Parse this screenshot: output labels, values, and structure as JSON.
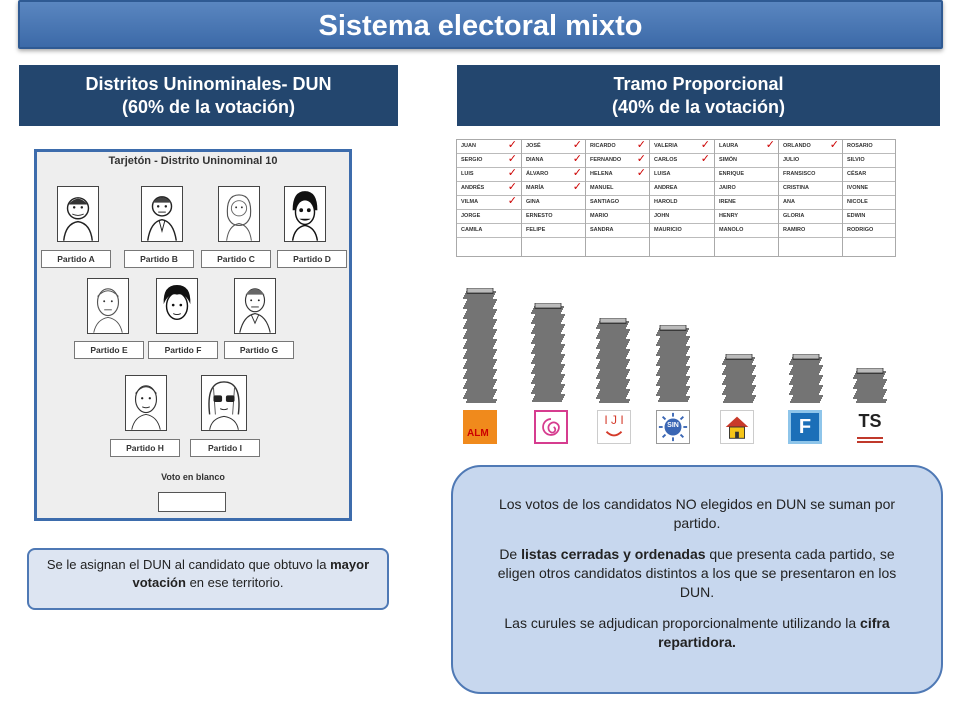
{
  "title": "Sistema electoral mixto",
  "left_header": {
    "line1": "Distritos Uninominales- DUN",
    "line2": "(60% de la votación)"
  },
  "right_header": {
    "line1": "Tramo Proporcional",
    "line2": "(40% de la votación)"
  },
  "ballot": {
    "title": "Tarjetón  - Distrito Uninominal 10",
    "parties": [
      "Partido A",
      "Partido B",
      "Partido C",
      "Partido D",
      "Partido E",
      "Partido F",
      "Partido G",
      "Partido H",
      "Partido I"
    ],
    "blank_vote": "Voto en blanco"
  },
  "left_note": {
    "pre": "Se le asignan el DUN al candidato que obtuvo la ",
    "bold": "mayor votación",
    "post": " en ese territorio."
  },
  "party_lists": [
    {
      "names": [
        "JUAN",
        "SERGIO",
        "LUIS",
        "ANDRÉS",
        "VILMA",
        "JORGE",
        "CAMILA"
      ],
      "checks": [
        1,
        1,
        1,
        1,
        1,
        0,
        0
      ]
    },
    {
      "names": [
        "JOSÉ",
        "DIANA",
        "ÁLVARO",
        "MARÍA",
        "GINA",
        "ERNESTO",
        "FELIPE"
      ],
      "checks": [
        1,
        1,
        1,
        1,
        0,
        0,
        0
      ]
    },
    {
      "names": [
        "RICARDO",
        "FERNANDO",
        "HELENA",
        "MANUEL",
        "SANTIAGO",
        "MARIO",
        "SANDRA"
      ],
      "checks": [
        1,
        1,
        1,
        0,
        0,
        0,
        0
      ]
    },
    {
      "names": [
        "VALERIA",
        "CARLOS",
        "LUISA",
        "ANDREA",
        "HAROLD",
        "JOHN",
        "MAURICIO"
      ],
      "checks": [
        1,
        1,
        0,
        0,
        0,
        0,
        0
      ]
    },
    {
      "names": [
        "LAURA",
        "SIMÓN",
        "ENRIQUE",
        "JAIRO",
        "IRENE",
        "HENRY",
        "MANOLO"
      ],
      "checks": [
        1,
        0,
        0,
        0,
        0,
        0,
        0
      ]
    },
    {
      "names": [
        "ORLANDO",
        "JULIO",
        "FRANSISCO",
        "CRISTINA",
        "ANA",
        "GLORIA",
        "RAMIRO"
      ],
      "checks": [
        1,
        0,
        0,
        0,
        0,
        0,
        0
      ]
    },
    {
      "names": [
        "ROSARIO",
        "SILVIO",
        "CÉSAR",
        "IVONNE",
        "NICOLE",
        "EDWIN",
        "RODRIGO"
      ],
      "checks": [
        0,
        0,
        0,
        0,
        0,
        0,
        0
      ]
    }
  ],
  "party_logos": [
    {
      "icon": "alm-logo-icon",
      "text": "ALM",
      "color": "#f08a1c"
    },
    {
      "icon": "spiral-logo-icon",
      "text": "",
      "color": "#d63c8f"
    },
    {
      "icon": "iji-logo-icon",
      "text": "I J I",
      "color": "#d43a2a"
    },
    {
      "icon": "sin-logo-icon",
      "text": "SIN",
      "color": "#3a66b4"
    },
    {
      "icon": "house-logo-icon",
      "text": "",
      "color": "#c93a2a"
    },
    {
      "icon": "f-logo-icon",
      "text": "F",
      "color": "#1b6fb8"
    },
    {
      "icon": "ts-logo-icon",
      "text": "TS",
      "color": "#222222"
    }
  ],
  "right_note": {
    "p1": "Los votos de los candidatos NO elegidos en DUN se suman por partido.",
    "p2_pre": "De ",
    "p2_bold": "listas cerradas y ordenadas",
    "p2_post": " que presenta cada partido, se eligen otros candidatos distintos a los que  se presentaron en los DUN.",
    "p3_pre": "Las curules se adjudican  proporcionalmente utilizando la ",
    "p3_bold": "cifra repartidora."
  }
}
